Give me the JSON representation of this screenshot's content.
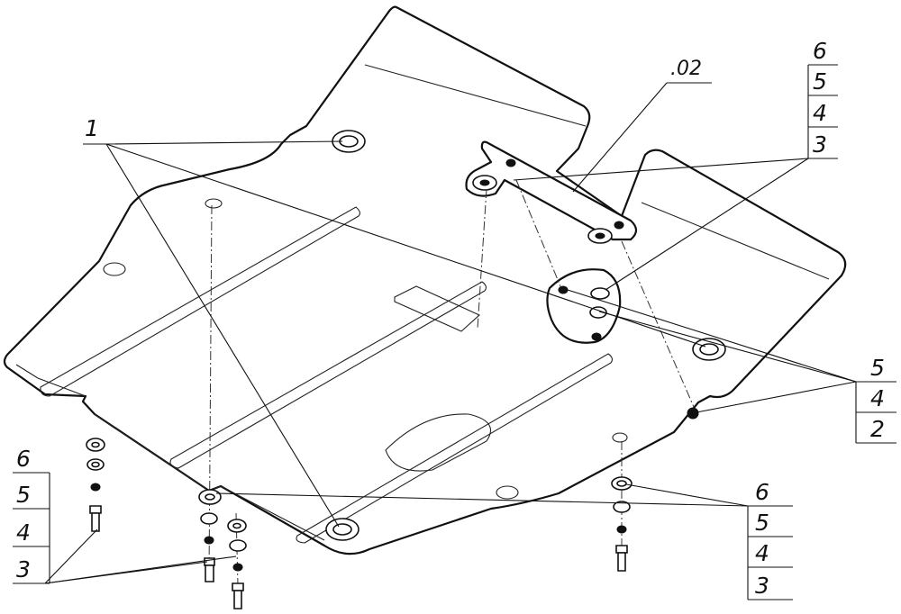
{
  "drawing": {
    "labels": {
      "part_1": "1",
      "part_02": ".02",
      "stack_top_right": [
        "6",
        "5",
        "4",
        "3"
      ],
      "stack_mid_right": [
        "5",
        "4",
        "2"
      ],
      "stack_bottom_right": [
        "6",
        "5",
        "4",
        "3"
      ],
      "stack_bottom_left": [
        "6",
        "5",
        "4",
        "3"
      ]
    },
    "colors": {
      "line": "#111111",
      "background": "#ffffff"
    }
  }
}
